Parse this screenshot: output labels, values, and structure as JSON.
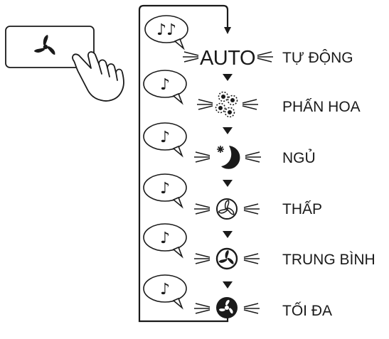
{
  "button": {
    "icon": "fan-icon",
    "pressed_by": "hand-pointer-icon"
  },
  "cycle_arrow": {
    "icon": "cycle-loop-arrow"
  },
  "modes": [
    {
      "indicator_text": "AUTO",
      "indicator_icon": "",
      "label": "TỰ ĐỘNG",
      "beep": "♪♪"
    },
    {
      "indicator_text": "",
      "indicator_icon": "pollen-icon",
      "label": "PHẤN HOA",
      "beep": "♪"
    },
    {
      "indicator_text": "",
      "indicator_icon": "sleep-moon-icon",
      "label": "NGỦ",
      "beep": "♪"
    },
    {
      "indicator_text": "",
      "indicator_icon": "fan-low-icon",
      "label": "THẤP",
      "beep": "♪"
    },
    {
      "indicator_text": "",
      "indicator_icon": "fan-medium-icon",
      "label": "TRUNG BÌNH",
      "beep": "♪"
    },
    {
      "indicator_text": "",
      "indicator_icon": "fan-max-icon",
      "label": "TỐI ĐA",
      "beep": "♪"
    }
  ],
  "colors": {
    "ink": "#1a1a1a",
    "background": "#ffffff"
  }
}
